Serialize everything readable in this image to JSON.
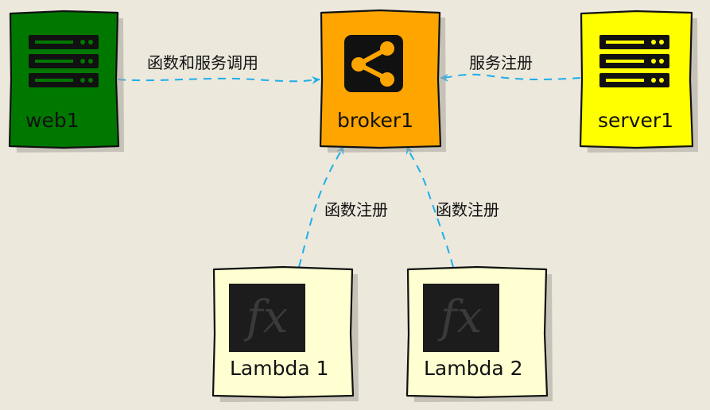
{
  "colors": {
    "background": "#ECE8DC",
    "web": "#007800",
    "broker": "#FFA500",
    "server": "#FFFF00",
    "lambda": "#FFFFD2",
    "edge": "#1EAEEA",
    "icon": "#111111"
  },
  "nodes": {
    "web1": {
      "label": "web1",
      "icon": "server-rack-icon"
    },
    "broker1": {
      "label": "broker1",
      "icon": "share-icon"
    },
    "server1": {
      "label": "server1",
      "icon": "server-rack-icon"
    },
    "lambda1": {
      "label": "Lambda 1",
      "icon": "function-fx-icon",
      "icon_text": "fx"
    },
    "lambda2": {
      "label": "Lambda 2",
      "icon": "function-fx-icon",
      "icon_text": "fx"
    }
  },
  "edges": {
    "web_to_broker": {
      "label": "函数和服务调用"
    },
    "server_to_broker": {
      "label": "服务注册"
    },
    "lambda1_to_broker": {
      "label": "函数注册"
    },
    "lambda2_to_broker": {
      "label": "函数注册"
    }
  }
}
